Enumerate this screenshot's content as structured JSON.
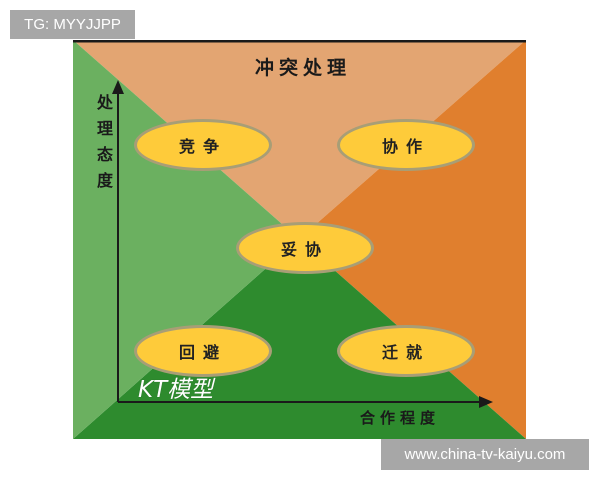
{
  "tag": "TG: MYYJJPP",
  "watermark": "www.china-tv-kaiyu.com",
  "diagram": {
    "title": "冲突处理",
    "y_axis_label": "处理态度",
    "x_axis_label": "合作程度",
    "model_label": "KT模型",
    "styles": [
      "竞争",
      "协作",
      "妥协",
      "回避",
      "迁就"
    ]
  },
  "colors": {
    "top_triangle": "#e3a572",
    "right_triangle": "#e07f2e",
    "bottom_triangle": "#2e8b2e",
    "left_triangle": "#6bb060",
    "oval_fill": "#fecb3a",
    "oval_border": "#a89e76",
    "axis": "#1a1a1a"
  }
}
